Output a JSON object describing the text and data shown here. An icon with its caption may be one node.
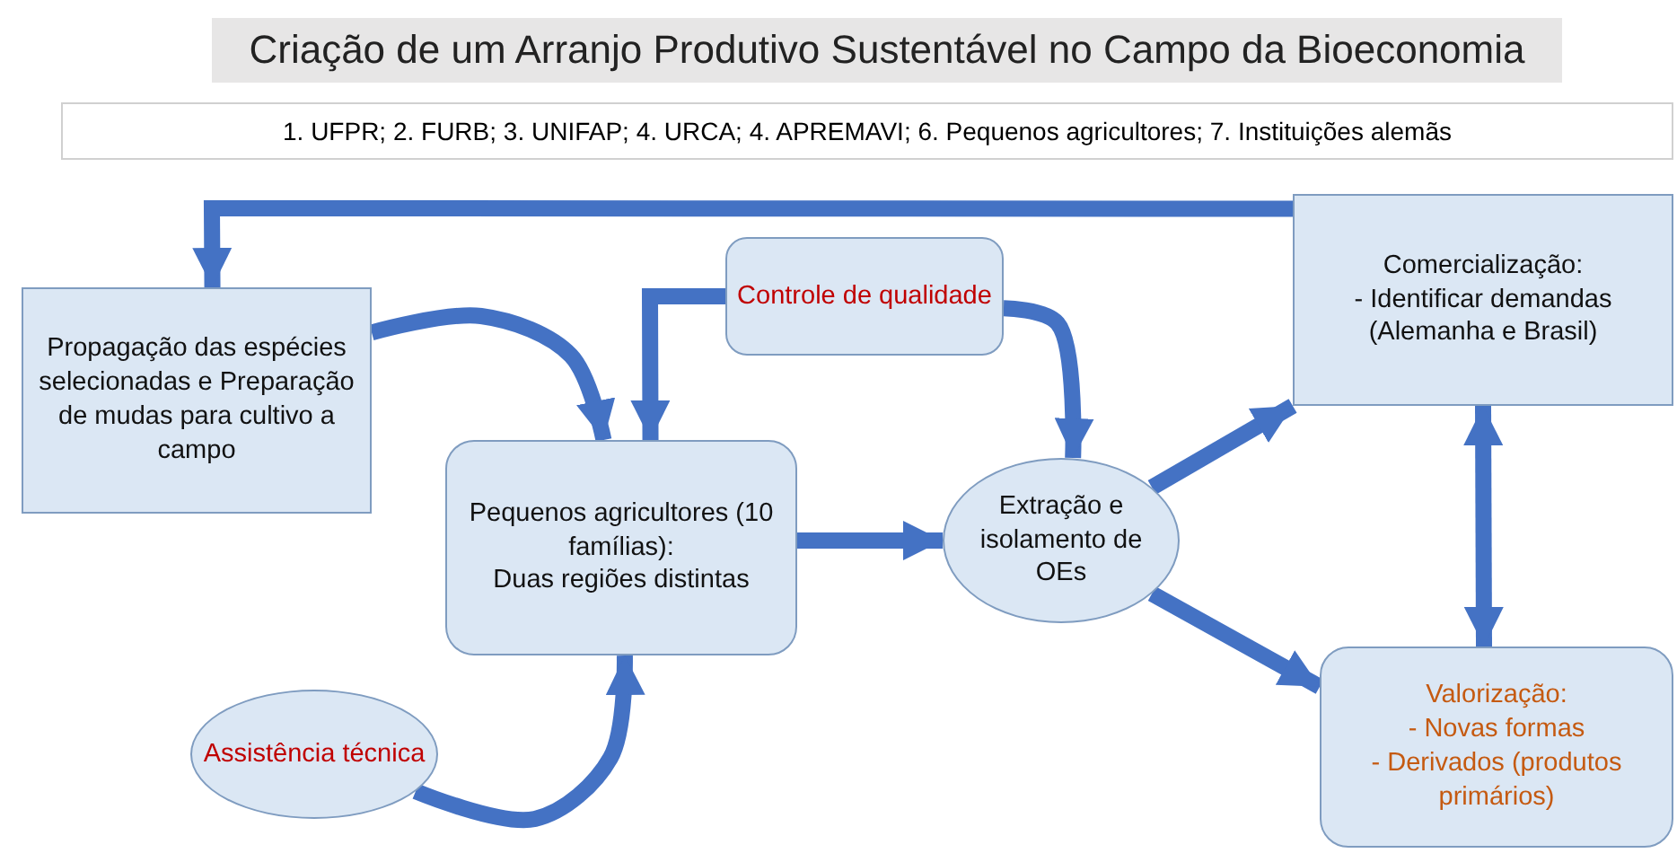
{
  "diagram": {
    "title": "Criação de um Arranjo Produtivo Sustentável no Campo da Bioeconomia",
    "nodes": [
      {
        "text": [
          "Propagação das espécies selecionadas e Preparação de mudas para cultivo a campo"
        ]
      },
      {
        "text": [
          "Controle de qualidade"
        ]
      },
      {
        "text": [
          "Comercialização:",
          "- Identificar demandas (Alemanha e Brasil)"
        ]
      },
      {
        "text": [
          "Pequenos agricultores (10 famílias):",
          "Duas regiões distintas"
        ]
      },
      {
        "text": [
          "Extração e isolamento de OEs"
        ]
      },
      {
        "text": [
          "Assistência técnica"
        ]
      },
      {
        "text": [
          "Valorização:",
          "- Novas formas",
          "- Derivados (produtos primários)"
        ]
      }
    ],
    "edges": [
      {
        "from": 2,
        "to": 0,
        "arrow": "to"
      },
      {
        "from": 0,
        "to": 3,
        "arrow": "to"
      },
      {
        "from": 1,
        "to": 3,
        "arrow": "to"
      },
      {
        "from": 1,
        "to": 4,
        "arrow": "to"
      },
      {
        "from": 3,
        "to": 4,
        "arrow": "to"
      },
      {
        "from": 4,
        "to": 2,
        "arrow": "to"
      },
      {
        "from": 4,
        "to": 6,
        "arrow": "to"
      },
      {
        "from": 2,
        "to": 6,
        "arrow": "both"
      },
      {
        "from": 5,
        "to": 3,
        "arrow": "to"
      }
    ],
    "labels": [
      "1. UFPR; 2. FURB; 3. UNIFAP; 4. URCA; 4. APREMAVI; 6. Pequenos agricultores; 7. Instituições alemãs"
    ]
  }
}
